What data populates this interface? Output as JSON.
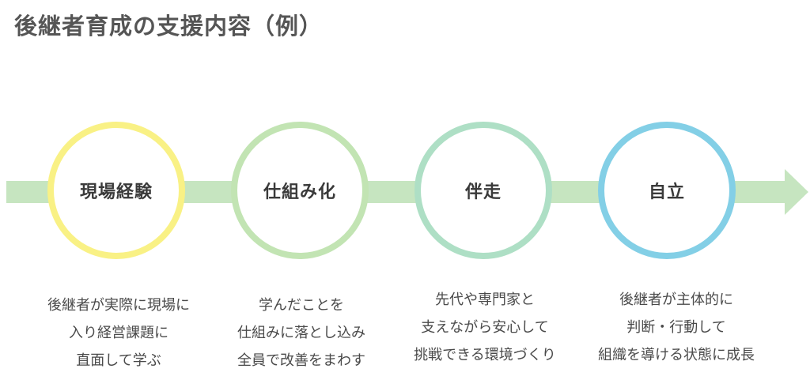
{
  "title": "後継者育成の支援内容（例）",
  "colors": {
    "arrow": "#c6e5c0",
    "step1_ring": "#f9f185",
    "step2_ring": "#c2e4b3",
    "step3_ring": "#aedfc5",
    "step4_ring": "#83cfe6"
  },
  "steps": [
    {
      "label": "現場経験",
      "lines": [
        "後継者が実際に現場に",
        "入り経営課題に",
        "直面して学ぶ"
      ]
    },
    {
      "label": "仕組み化",
      "lines": [
        "学んだことを",
        "仕組みに落とし込み",
        "全員で改善をまわす"
      ]
    },
    {
      "label": "伴走",
      "lines": [
        "先代や専門家と",
        "支えながら安心して",
        "挑戦できる環境づくり"
      ]
    },
    {
      "label": "自立",
      "lines": [
        "後継者が主体的に",
        "判断・行動して",
        "組織を導ける状態に成長"
      ]
    }
  ]
}
